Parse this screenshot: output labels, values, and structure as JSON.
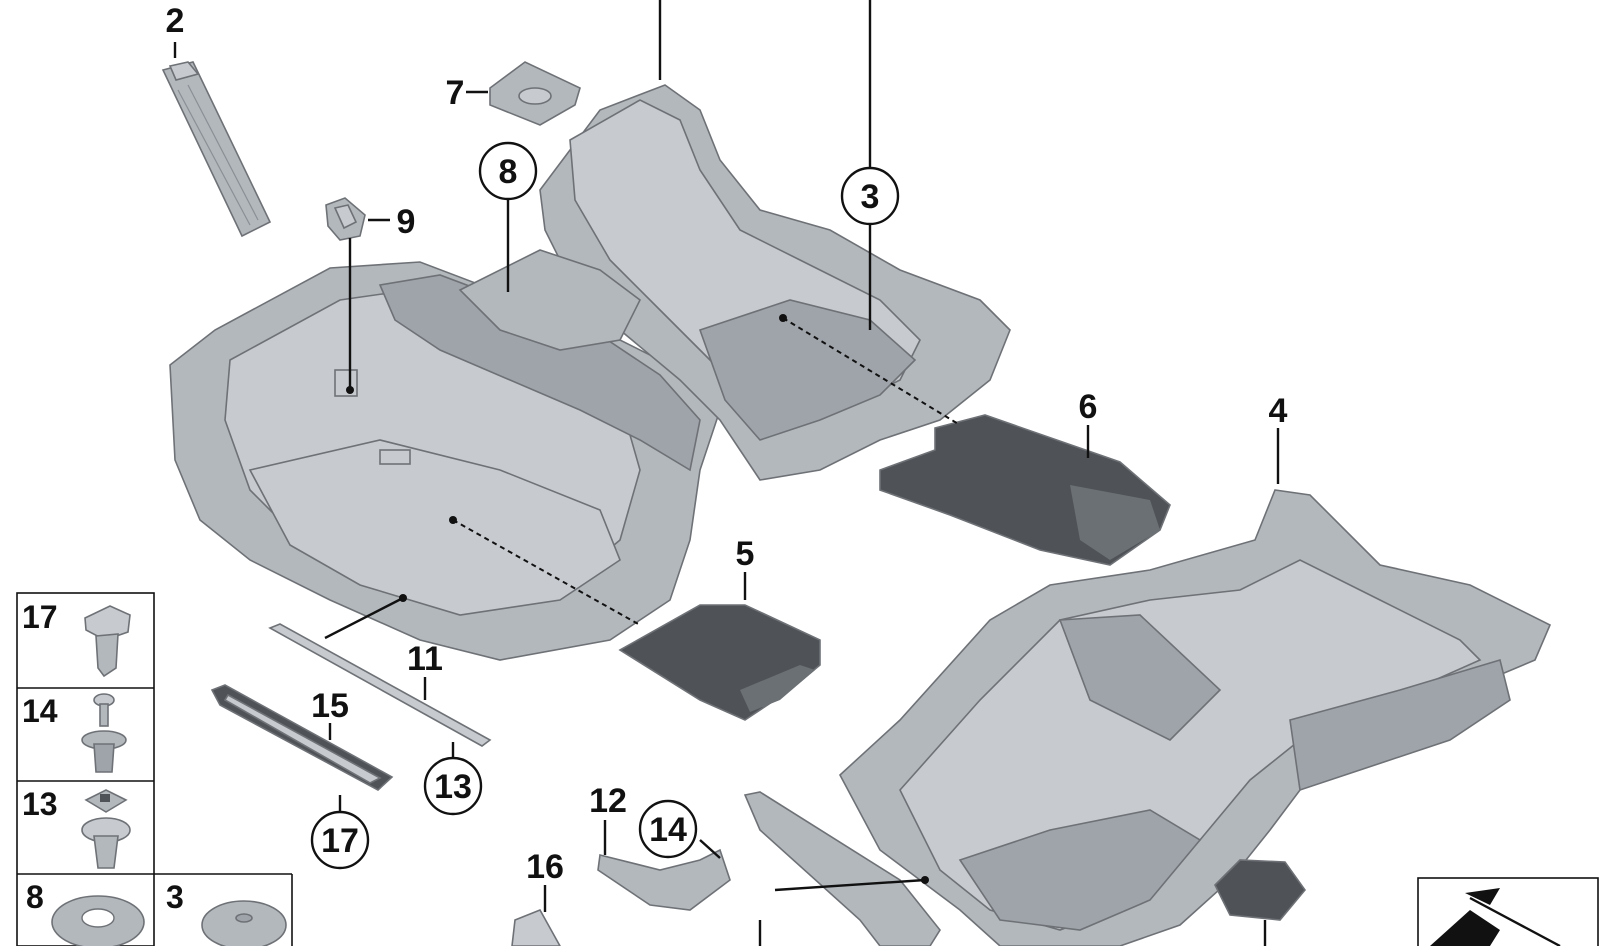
{
  "callouts": {
    "p2": "2",
    "p7": "7",
    "p8": "8",
    "p9": "9",
    "p3": "3",
    "p6": "6",
    "p4": "4",
    "p5": "5",
    "p11": "11",
    "p15": "15",
    "p13": "13",
    "p17": "17",
    "p12": "12",
    "p14": "14",
    "p16": "16"
  },
  "legend": {
    "r17": "17",
    "r14": "14",
    "r13": "13",
    "r8": "8",
    "r3": "3"
  },
  "colors": {
    "part_fill": "#b3b8bd",
    "part_light": "#c7cbd0",
    "part_shadow": "#9fa4aa",
    "mat_dark": "#4f5357",
    "ink": "#111111"
  }
}
